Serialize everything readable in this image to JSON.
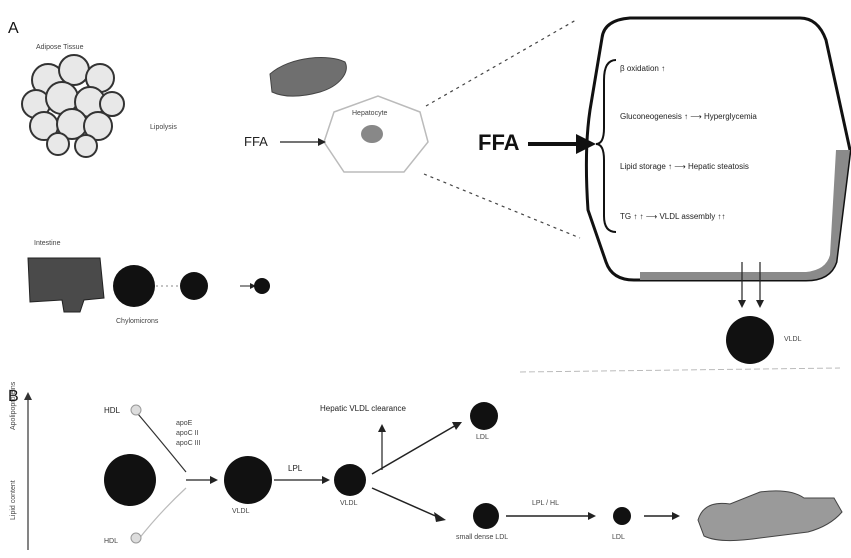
{
  "panelA": {
    "label": "A",
    "adipose_label": "Adipose Tissue",
    "lipolysis_label": "Lipolysis",
    "ffa_small": "FFA",
    "liver_cell_label": "Hepatocyte",
    "intestine_label": "Intestine",
    "intestine_caption": "Chylomicrons",
    "vldl_caption": "VLDL",
    "ffa_big": "FFA",
    "zoom_lines": [
      "β oxidation ↑",
      "Gluconeogenesis ↑ ⟶ Hyperglycemia",
      "Lipid storage ↑ ⟶ Hepatic steatosis",
      "TG ↑ ↑ ⟶ VLDL assembly ↑↑"
    ]
  },
  "panelB": {
    "label": "B",
    "axis_top": "Apolipoproteins",
    "axis_bottom": "Lipid content",
    "hdl_top": "HDL",
    "hdl_bottom": "HDL",
    "apo_list": [
      "apoE",
      "apoC II",
      "apoC III"
    ],
    "lpl": "LPL",
    "hepatic_clearance": "Hepatic VLDL clearance",
    "ldl": "LDL",
    "vldl1": "VLDL",
    "vldl2": "VLDL",
    "small_dense": "small dense LDL",
    "step_label": "LPL / HL",
    "end_label": "LDL"
  },
  "colors": {
    "particle": "#101010",
    "border": "#1a1a1a",
    "shadow": "#7d7d7d"
  }
}
